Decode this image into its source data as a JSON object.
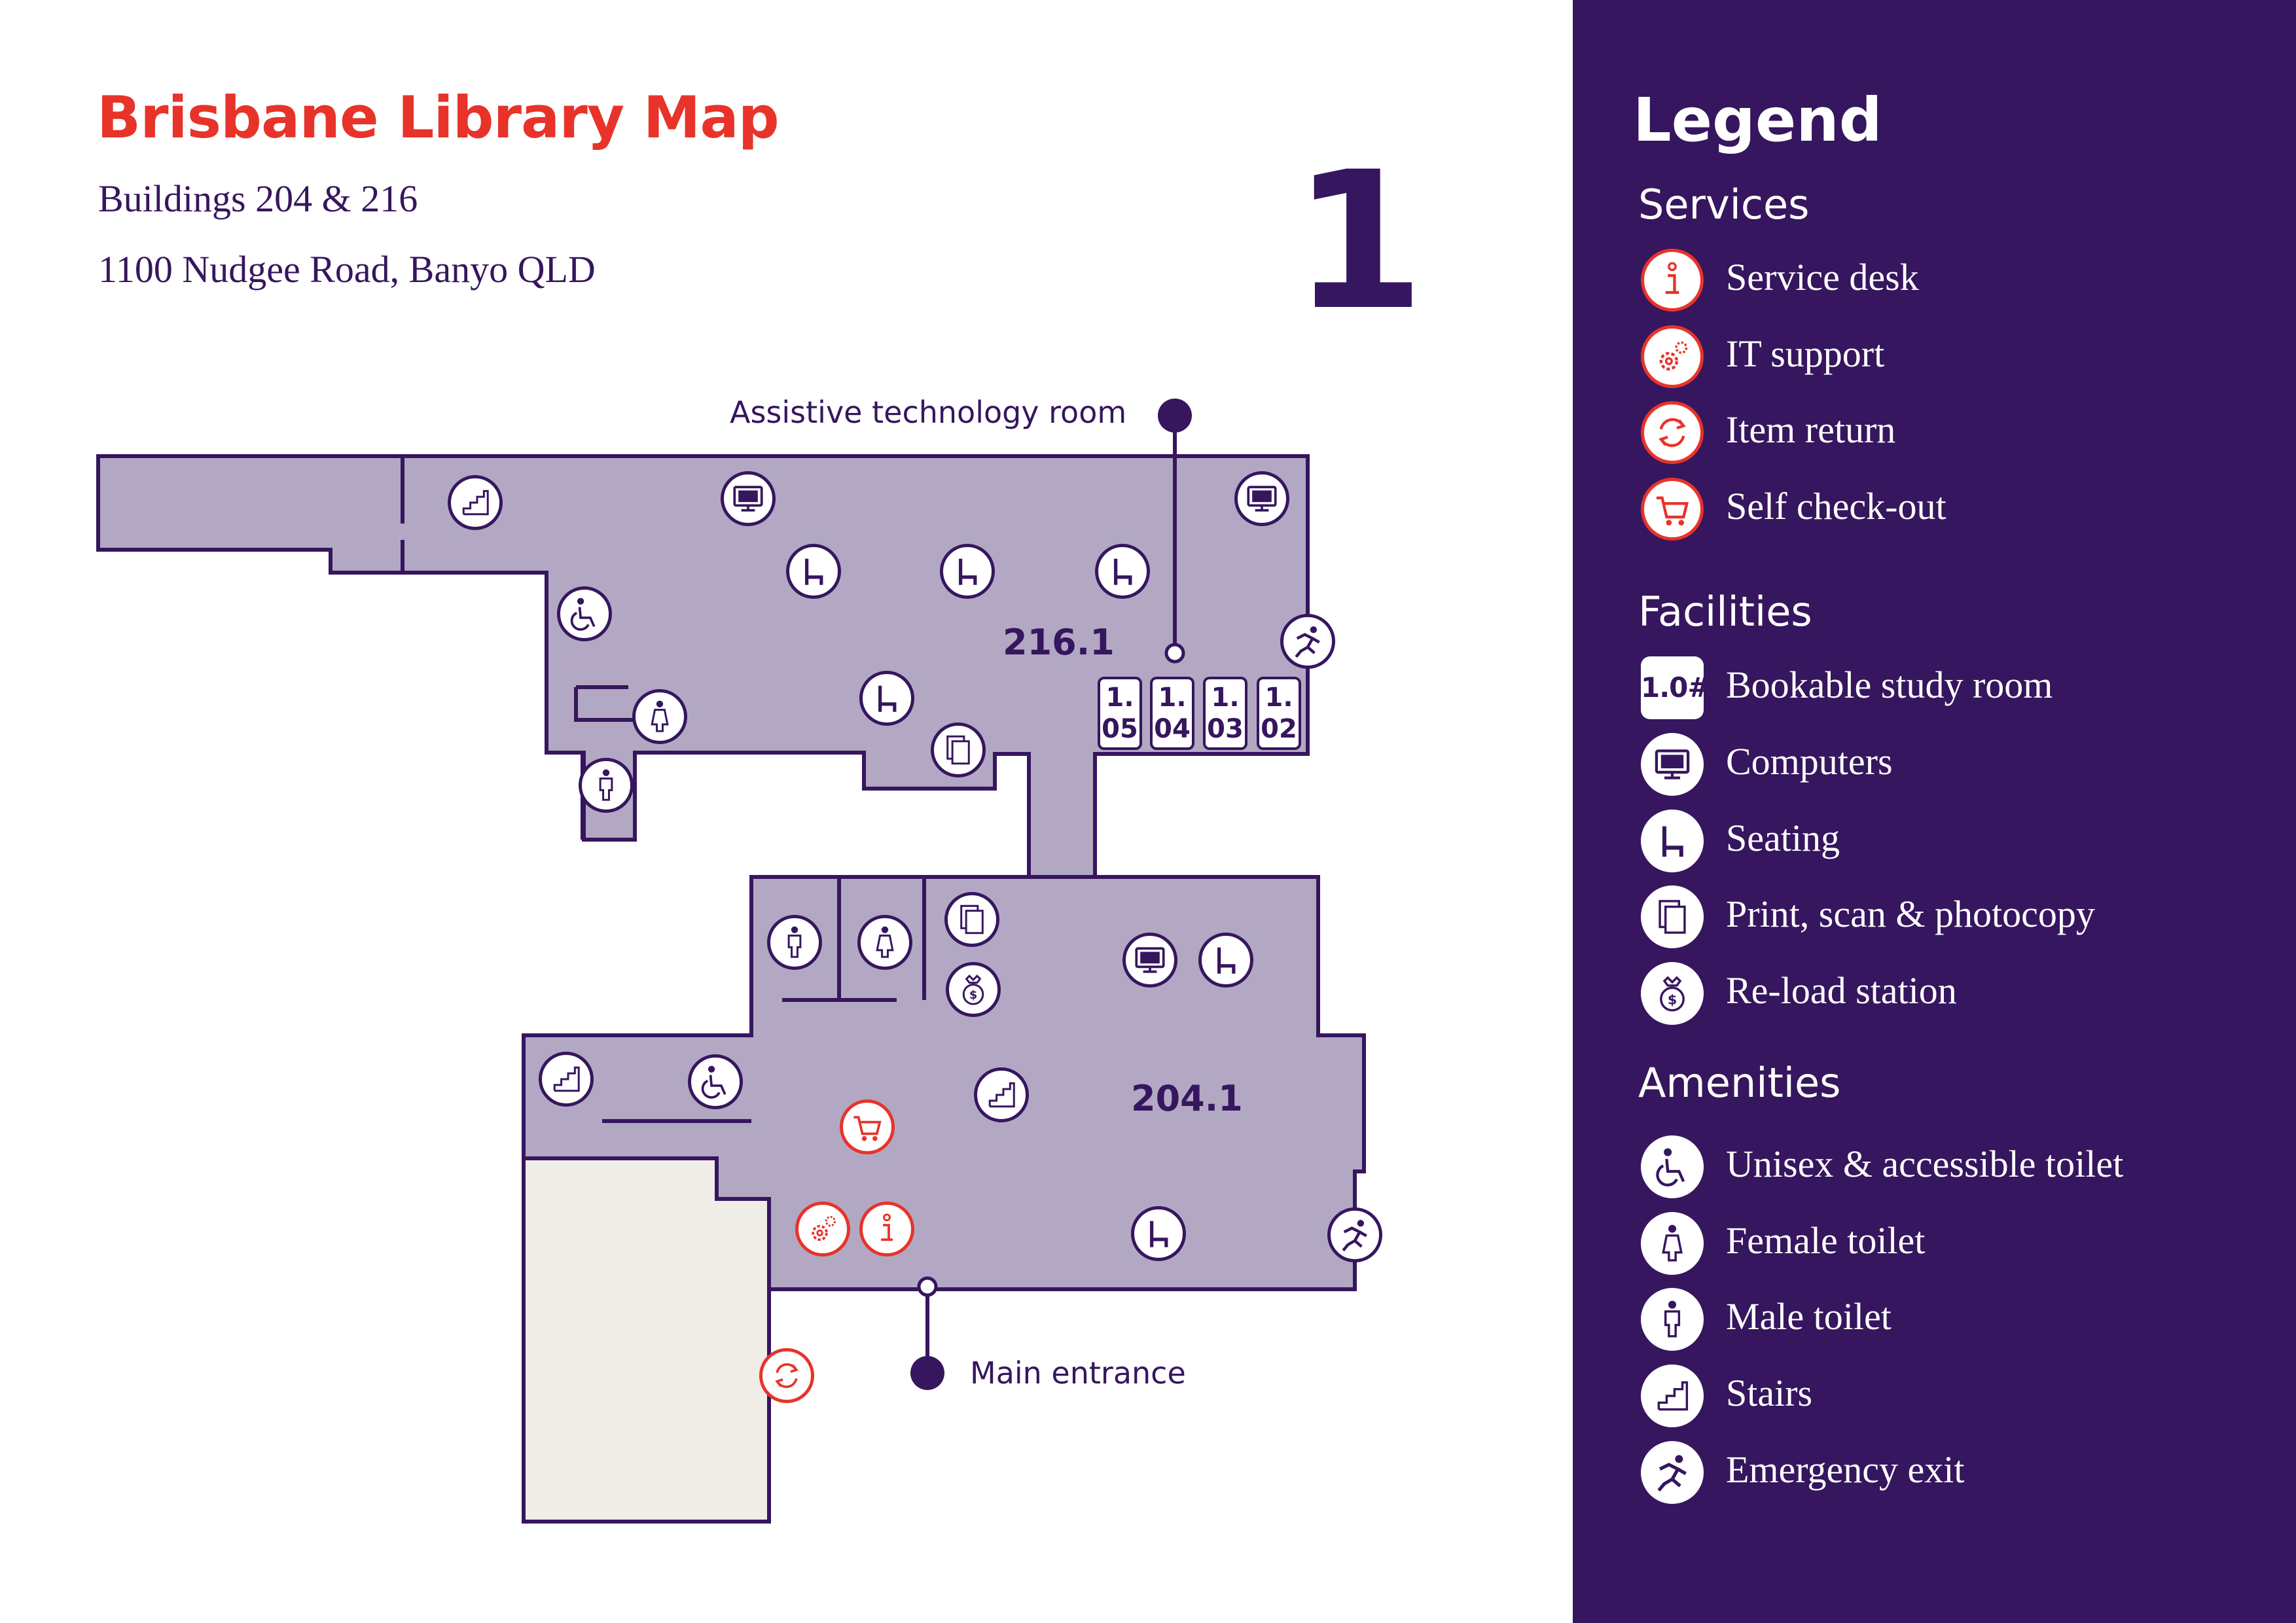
{
  "header": {
    "title": "Brisbane Library Map",
    "subtitle_line1": "Buildings 204 & 216",
    "subtitle_line2": "1100 Nudgee Road, Banyo QLD",
    "floor_number": "1"
  },
  "colors": {
    "brand_red": "#e8332a",
    "brand_purple": "#36165e",
    "floor_fill": "#b2a8c3",
    "outdoor_fill": "#f0ede6"
  },
  "map": {
    "rooms": {
      "room_216": "216.1",
      "room_204": "204.1"
    },
    "pins": {
      "assistive": "Assistive technology room",
      "main_entrance": "Main entrance"
    },
    "study_rooms": [
      "1.05",
      "1.04",
      "1.03",
      "1.02"
    ],
    "study_room_lines": [
      [
        "1.",
        "05"
      ],
      [
        "1.",
        "04"
      ],
      [
        "1.",
        "03"
      ],
      [
        "1.",
        "02"
      ]
    ]
  },
  "legend": {
    "title": "Legend",
    "services_heading": "Services",
    "facilities_heading": "Facilities",
    "amenities_heading": "Amenities",
    "services": [
      {
        "icon": "service-desk-icon",
        "label": "Service desk"
      },
      {
        "icon": "it-support-icon",
        "label": "IT support"
      },
      {
        "icon": "item-return-icon",
        "label": "Item return"
      },
      {
        "icon": "self-checkout-icon",
        "label": "Self check-out"
      }
    ],
    "facilities": [
      {
        "icon": "bookable-study-room-icon",
        "badge": "1.0#",
        "label": "Bookable study room"
      },
      {
        "icon": "computer-icon",
        "label": "Computers"
      },
      {
        "icon": "seating-icon",
        "label": "Seating"
      },
      {
        "icon": "print-icon",
        "label": "Print, scan & photocopy"
      },
      {
        "icon": "reload-station-icon",
        "label": "Re-load station"
      }
    ],
    "amenities": [
      {
        "icon": "accessible-toilet-icon",
        "label": "Unisex & accessible toilet"
      },
      {
        "icon": "female-toilet-icon",
        "label": "Female toilet"
      },
      {
        "icon": "male-toilet-icon",
        "label": "Male toilet"
      },
      {
        "icon": "stairs-icon",
        "label": "Stairs"
      },
      {
        "icon": "emergency-exit-icon",
        "label": "Emergency exit"
      }
    ]
  }
}
